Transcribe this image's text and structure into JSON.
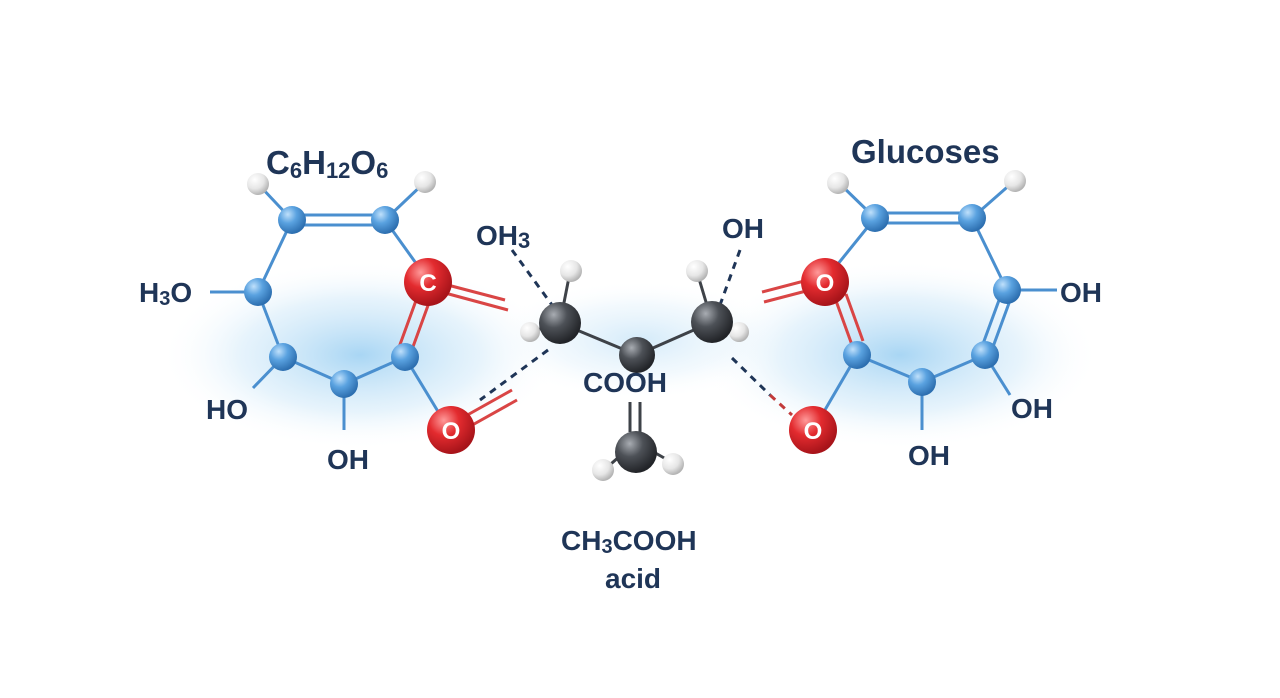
{
  "labels": {
    "formula_left_base": "C",
    "formula_left_sub1": "6",
    "formula_left_mid": "H",
    "formula_left_sub2": "12",
    "formula_left_o": "O",
    "formula_left_sub3": "6",
    "title_right": "Glucoses",
    "h3o_base": "H",
    "h3o_sub": "3",
    "h3o_o": "O",
    "ho_left": "HO",
    "oh_left_bottom": "OH",
    "oh3_base": "OH",
    "oh3_sub": "3",
    "oh_top_center": "OH",
    "cooh": "COOH",
    "oh_right_1": "OH",
    "oh_right_2": "OH",
    "oh_right_3": "OH",
    "acid_formula_base": "CH",
    "acid_formula_sub": "3",
    "acid_formula_rest": "COOH",
    "acid_word": "acid"
  },
  "atoms": {
    "c_left": "C",
    "o_left": "O",
    "o_right_top": "O",
    "o_right_bottom": "O"
  },
  "colors": {
    "text": "#1f3557",
    "carbon_blue": "#4a8fcf",
    "oxygen_red": "#e0292f",
    "carbon_dark": "#3e4248",
    "hydrogen": "#e8e8e8",
    "glow": "#8cc8f0"
  }
}
